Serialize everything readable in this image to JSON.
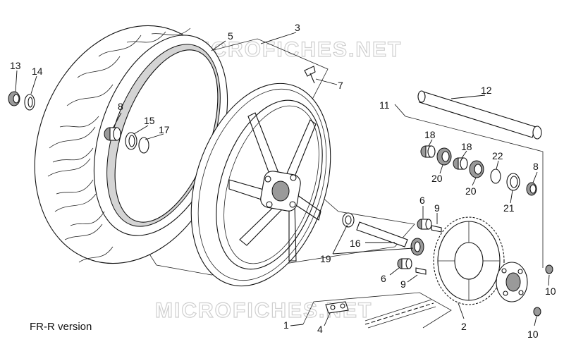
{
  "version_label": "FR-R version",
  "watermark": "MICROFICHES.NET",
  "callouts": {
    "p1": "1",
    "p2": "2",
    "p3": "3",
    "p4": "4",
    "p5": "5",
    "p6a": "6",
    "p6b": "6",
    "p7": "7",
    "p8a": "8",
    "p8b": "8",
    "p9a": "9",
    "p9b": "9",
    "p10a": "10",
    "p10b": "10",
    "p11": "11",
    "p12": "12",
    "p13": "13",
    "p14": "14",
    "p15": "15",
    "p16": "16",
    "p17": "17",
    "p18a": "18",
    "p18b": "18",
    "p19": "19",
    "p20a": "20",
    "p20b": "20",
    "p21": "21",
    "p22": "22"
  }
}
